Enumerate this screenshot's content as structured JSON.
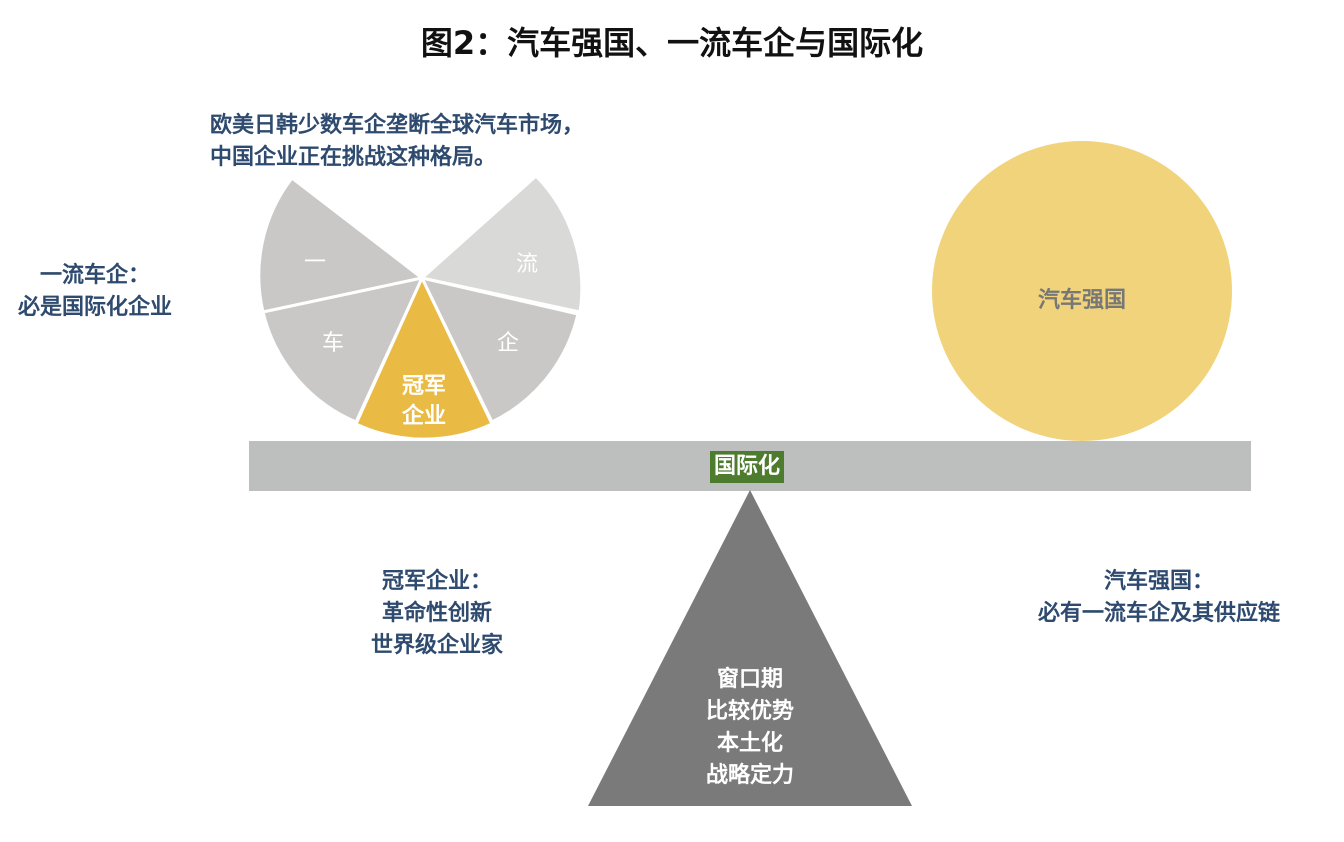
{
  "title": "图2：汽车强国、一流车企与国际化",
  "top_note": [
    "欧美日韩少数车企垄断全球汽车市场，",
    "中国企业正在挑战这种格局。"
  ],
  "left_note": [
    "一流车企：",
    "必是国际化企业"
  ],
  "pie": {
    "segments": [
      "一",
      "流",
      "车",
      "企"
    ],
    "champion": [
      "冠军",
      "企业"
    ]
  },
  "circle_label": "汽车强国",
  "beam_label": "国际化",
  "fulcrum_lines": [
    "窗口期",
    "比较优势",
    "本土化",
    "战略定力"
  ],
  "bottom_left_note": [
    "冠军企业：",
    "革命性创新",
    "世界级企业家"
  ],
  "bottom_right_note": [
    "汽车强国：",
    "必有一流车企及其供应链"
  ],
  "colors": {
    "note_text": "#2e4a6e",
    "pie_gray": "#c9c8c7",
    "pie_gray_light": "#d9d9d8",
    "champion": "#e9bb45",
    "circle": "#f0d37b",
    "beam": "#bdbfbe",
    "badge": "#4e7c2f",
    "fulcrum": "#7a7a7a"
  }
}
